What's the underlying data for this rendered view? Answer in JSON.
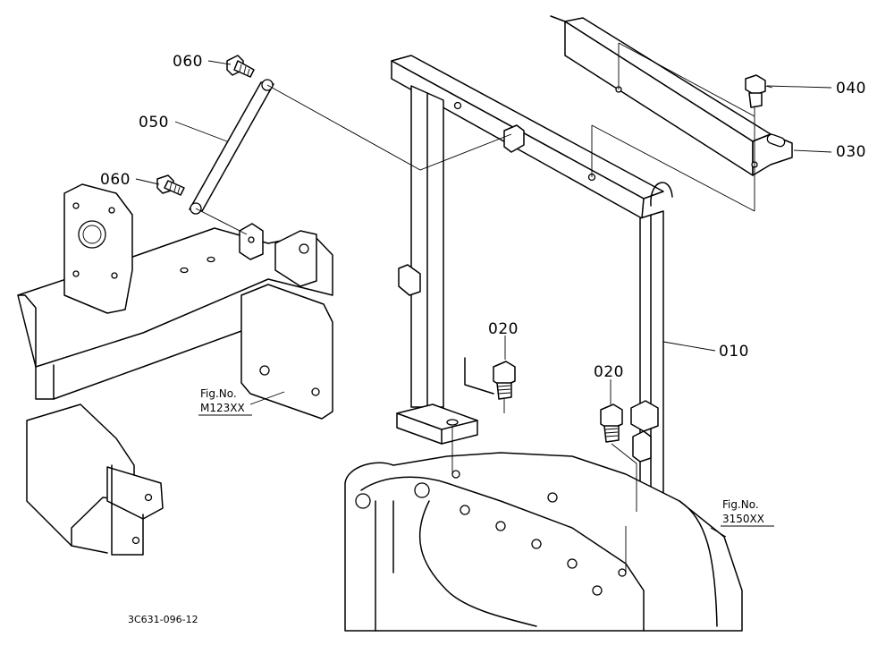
{
  "diagram": {
    "drawing_code": "3C631-096-12",
    "callouts": {
      "p010": "010",
      "p020a": "020",
      "p020b": "020",
      "p030": "030",
      "p040": "040",
      "p050": "050",
      "p060a": "060",
      "p060b": "060"
    },
    "references": {
      "left": {
        "label": "Fig.No.",
        "number": "M123XX"
      },
      "right": {
        "label": "Fig.No.",
        "number": "3150XX"
      }
    }
  }
}
